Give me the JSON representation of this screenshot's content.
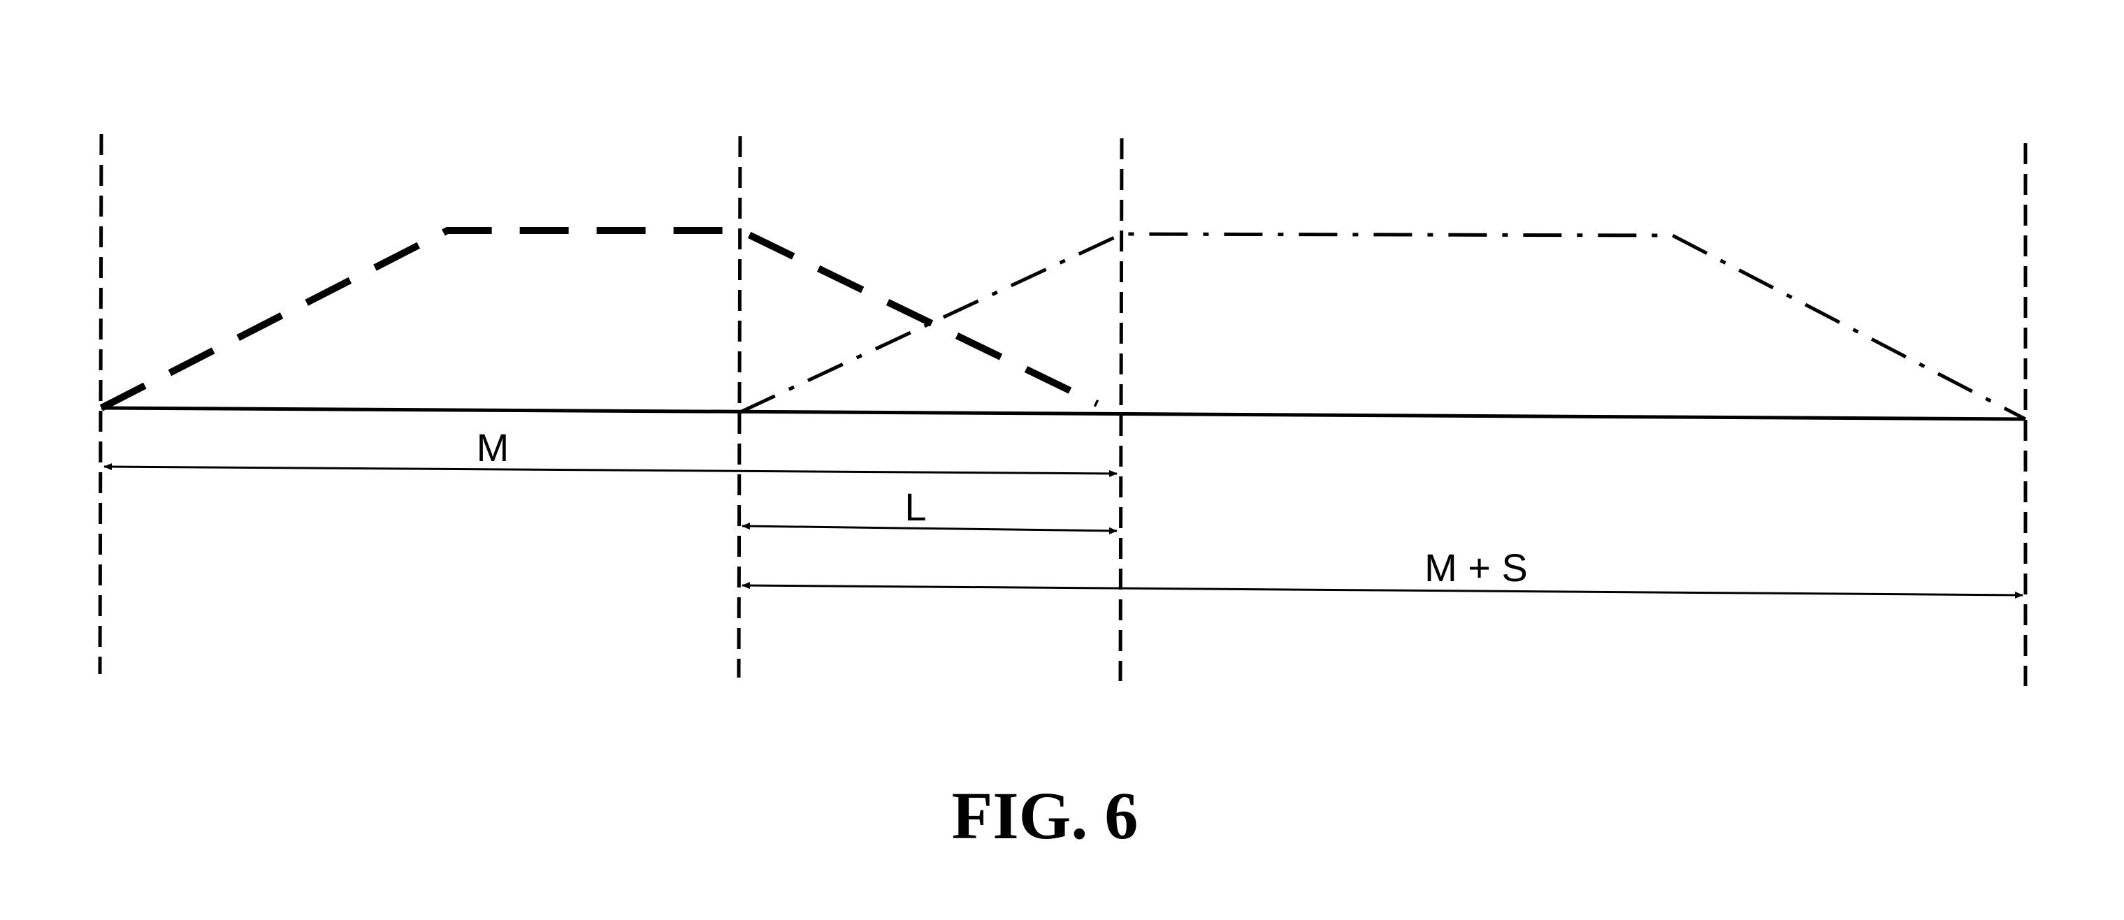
{
  "figure": {
    "caption": "FIG. 6",
    "labels": {
      "m": "M",
      "l": "L",
      "m_plus_s": "M + S"
    }
  },
  "colors": {
    "ink": "#000000",
    "background": "#ffffff"
  }
}
